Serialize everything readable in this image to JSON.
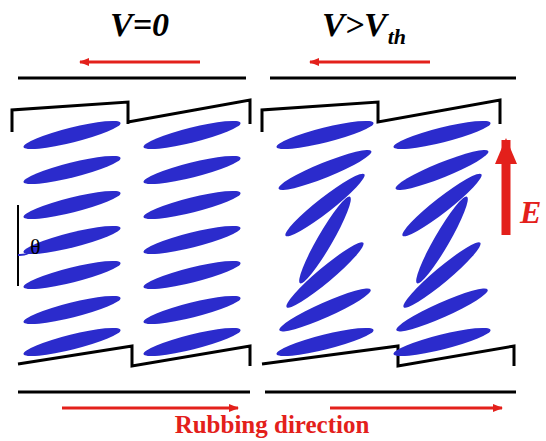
{
  "diagram": {
    "labels": [
      "V=0",
      "V>V",
      "th",
      "θ",
      "E",
      "Rubbing direction"
    ]
  }
}
